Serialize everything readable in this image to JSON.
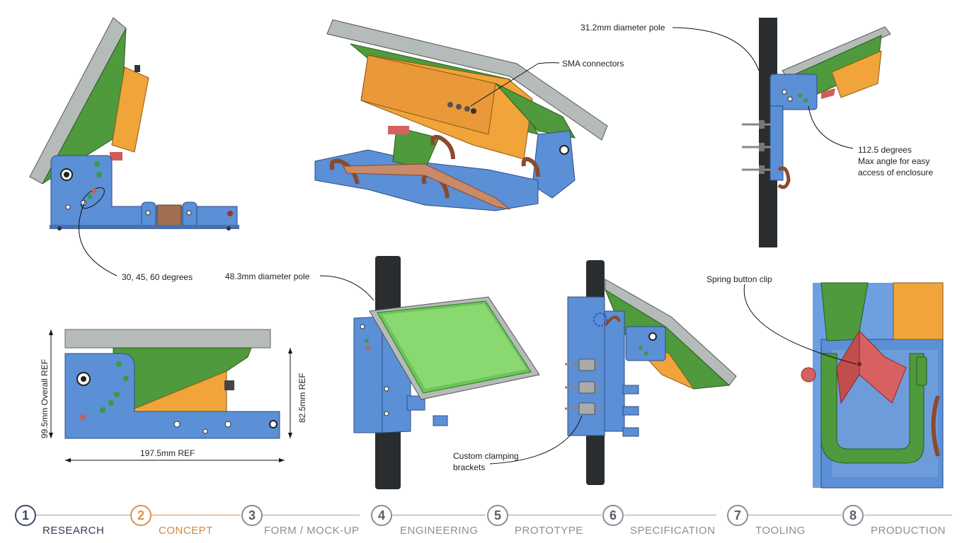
{
  "callouts": {
    "angles": "30, 45, 60 degrees",
    "sma": "SMA connectors",
    "pole_small": "31.2mm diameter pole",
    "max_angle_1": "112.5 degrees",
    "max_angle_2": "Max angle for easy",
    "max_angle_3": "access of enclosure",
    "pole_large": "48.3mm diameter pole",
    "clamp_1": "Custom clamping",
    "clamp_2": "brackets",
    "spring": "Spring button clip"
  },
  "dimensions": {
    "overall_height": "99.5mm Overall REF",
    "inner_height": "82.5mm  REF",
    "width": "197.5mm REF"
  },
  "steps": [
    {
      "num": "1",
      "label": "RESEARCH",
      "state": "done"
    },
    {
      "num": "2",
      "label": "CONCEPT",
      "state": "current"
    },
    {
      "num": "3",
      "label": "FORM / MOCK-UP",
      "state": "todo"
    },
    {
      "num": "4",
      "label": "ENGINEERING",
      "state": "todo"
    },
    {
      "num": "5",
      "label": "PROTOTYPE",
      "state": "todo"
    },
    {
      "num": "6",
      "label": "SPECIFICATION",
      "state": "todo"
    },
    {
      "num": "7",
      "label": "TOOLING",
      "state": "todo"
    },
    {
      "num": "8",
      "label": "PRODUCTION",
      "state": "todo"
    }
  ],
  "colors": {
    "bracket_blue": "#5b8fd6",
    "panel_green": "#4e9a3c",
    "enclosure_orange": "#f0a43a",
    "panel_grey": "#a3aaa8",
    "pole": "#2a2d30",
    "clip_red": "#cf5b5b",
    "strap_brown": "#8b4a2b"
  }
}
